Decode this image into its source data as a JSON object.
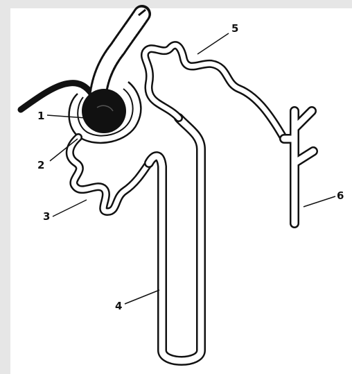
{
  "diagram": {
    "labels": [
      {
        "id": "1",
        "text": "1"
      },
      {
        "id": "2",
        "text": "2"
      },
      {
        "id": "3",
        "text": "3"
      },
      {
        "id": "4",
        "text": "4"
      },
      {
        "id": "5",
        "text": "5"
      },
      {
        "id": "6",
        "text": "6"
      }
    ],
    "colors": {
      "background": "#e6e6e6",
      "canvas": "#ffffff",
      "ink": "#111111"
    }
  }
}
